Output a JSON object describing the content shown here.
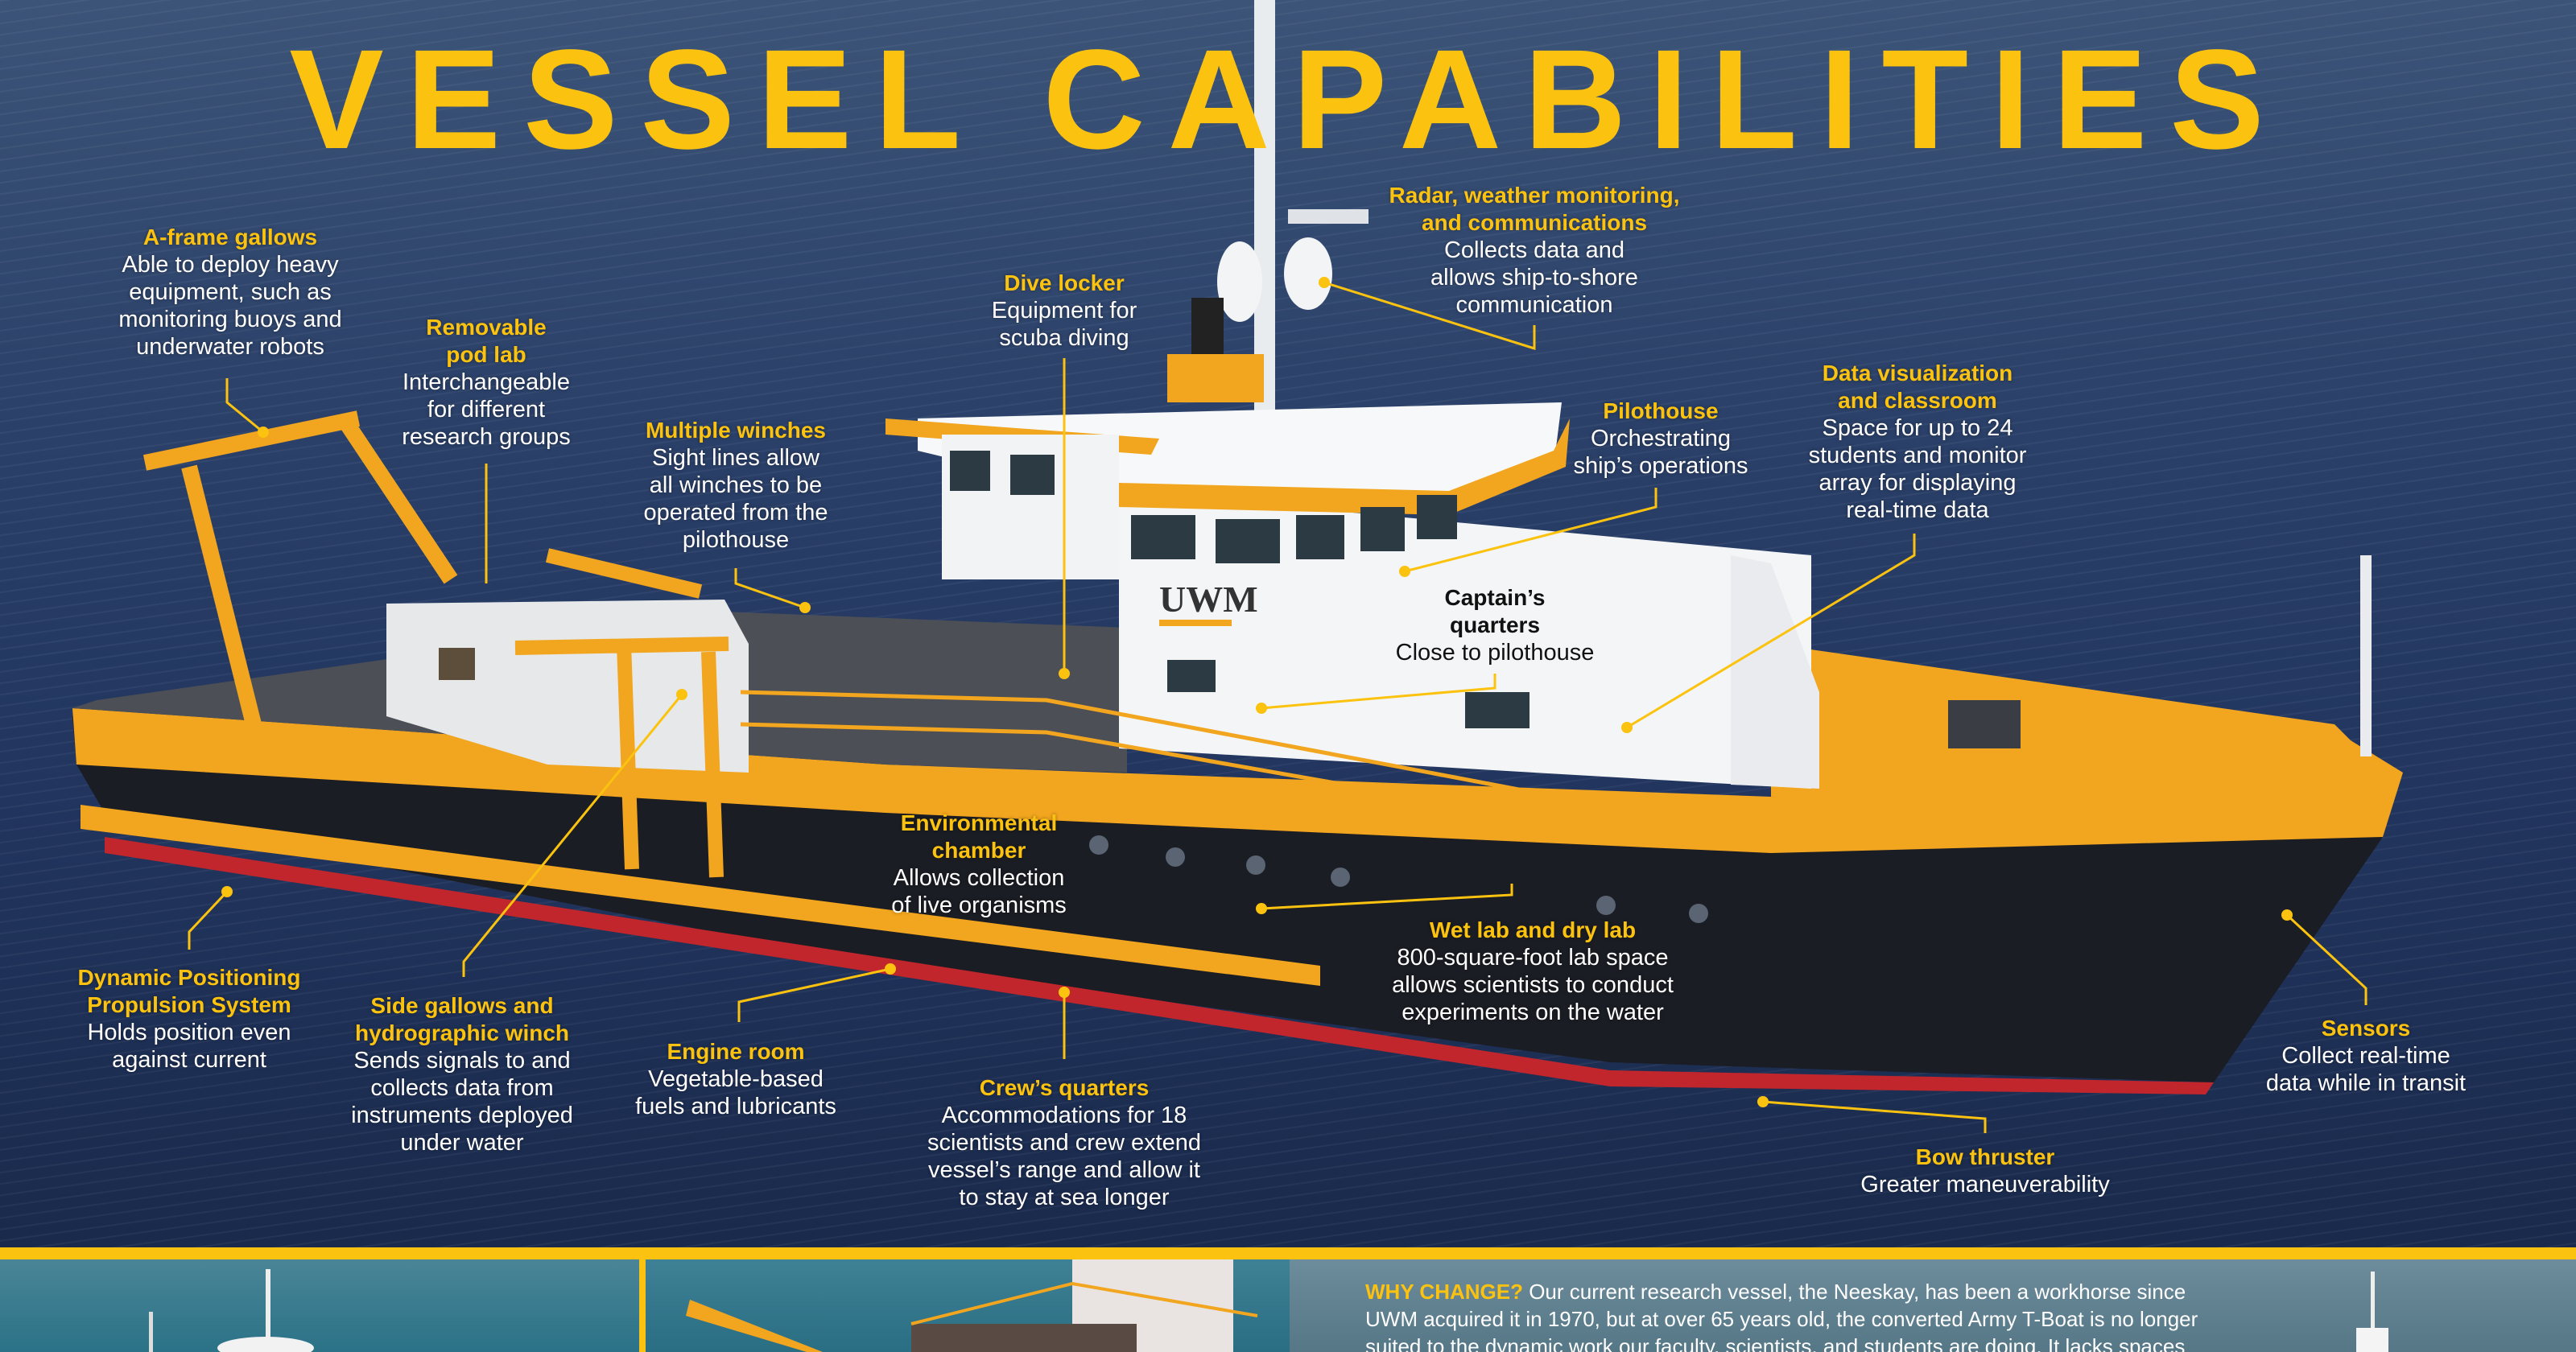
{
  "title": "VESSEL CAPABILITIES",
  "callouts": {
    "aframe": {
      "title": "A-frame gallows",
      "text": [
        "Able to deploy heavy",
        "equipment, such as",
        "monitoring buoys and",
        "underwater robots"
      ]
    },
    "podlab": {
      "title": [
        "Removable",
        "pod lab"
      ],
      "text": [
        "Interchangeable",
        "for different",
        "research groups"
      ]
    },
    "winches": {
      "title": "Multiple winches",
      "text": [
        "Sight lines allow",
        "all winches to be",
        "operated from the",
        "pilothouse"
      ]
    },
    "dive": {
      "title": "Dive locker",
      "text": [
        "Equipment for",
        "scuba diving"
      ]
    },
    "radar": {
      "title": [
        "Radar, weather monitoring,",
        "and communications"
      ],
      "text": [
        "Collects data and",
        "allows ship-to-shore",
        "communication"
      ]
    },
    "pilothouse": {
      "title": "Pilothouse",
      "text": [
        "Orchestrating",
        "ship’s operations"
      ]
    },
    "datavis": {
      "title": [
        "Data visualization",
        "and classroom"
      ],
      "text": [
        "Space for up to 24",
        "students and monitor",
        "array for displaying",
        "real-time data"
      ]
    },
    "captain": {
      "title": [
        "Captain’s",
        "quarters"
      ],
      "text": [
        "Close to pilothouse"
      ]
    },
    "env": {
      "title": [
        "Environmental",
        "chamber"
      ],
      "text": [
        "Allows collection",
        "of live organisms"
      ]
    },
    "wetlab": {
      "title": "Wet lab and dry lab",
      "text": [
        "800-square-foot lab space",
        "allows scientists to conduct",
        "experiments on the water"
      ]
    },
    "sensors": {
      "title": "Sensors",
      "text": [
        "Collect real-time",
        "data while in transit"
      ]
    },
    "dp": {
      "title": [
        "Dynamic Positioning",
        "Propulsion System"
      ],
      "text": [
        "Holds position even",
        "against current"
      ]
    },
    "side": {
      "title": [
        "Side gallows and",
        "hydrographic winch"
      ],
      "text": [
        "Sends signals to and",
        "collects data from",
        "instruments deployed",
        "under water"
      ]
    },
    "engine": {
      "title": "Engine room",
      "text": [
        "Vegetable-based",
        "fuels and lubricants"
      ]
    },
    "crew": {
      "title": "Crew’s quarters",
      "text": [
        "Accommodations for 18",
        "scientists and crew extend",
        "vessel’s range and allow it",
        "to stay at sea longer"
      ]
    },
    "bow": {
      "title": "Bow thruster",
      "text": [
        "Greater maneuverability"
      ]
    }
  },
  "ship_logo": "UWM",
  "why_change": {
    "heading": "WHY CHANGE?",
    "lines": [
      " Our current research vessel, the Neeskay, has been a workhorse since",
      "UWM acquired it in 1970, but at over 65 years old, the converted Army T-Boat is no longer",
      "suited to the dynamic work our faculty, scientists, and students are doing. It lacks spaces"
    ]
  },
  "colors": {
    "accent": "#fbc20f",
    "ocean": "#2c426a",
    "hull": "#1b1d24"
  }
}
